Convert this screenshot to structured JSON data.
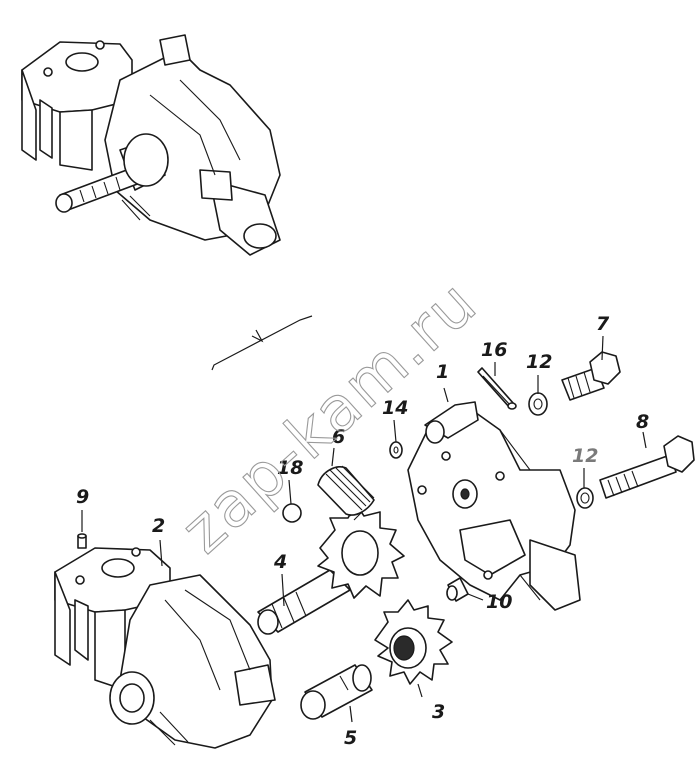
{
  "watermark": "zap-kam.ru",
  "callouts": {
    "c1": "1",
    "c2": "2",
    "c3": "3",
    "c4": "4",
    "c5": "5",
    "c6": "6",
    "c7": "7",
    "c8": "8",
    "c9": "9",
    "c10": "10",
    "c12a": "12",
    "c12b": "12",
    "c14": "14",
    "c16": "16",
    "c18": "18"
  },
  "colors": {
    "line": "#1a1a1a",
    "watermark": "#9a9a9a",
    "background": "#ffffff"
  }
}
